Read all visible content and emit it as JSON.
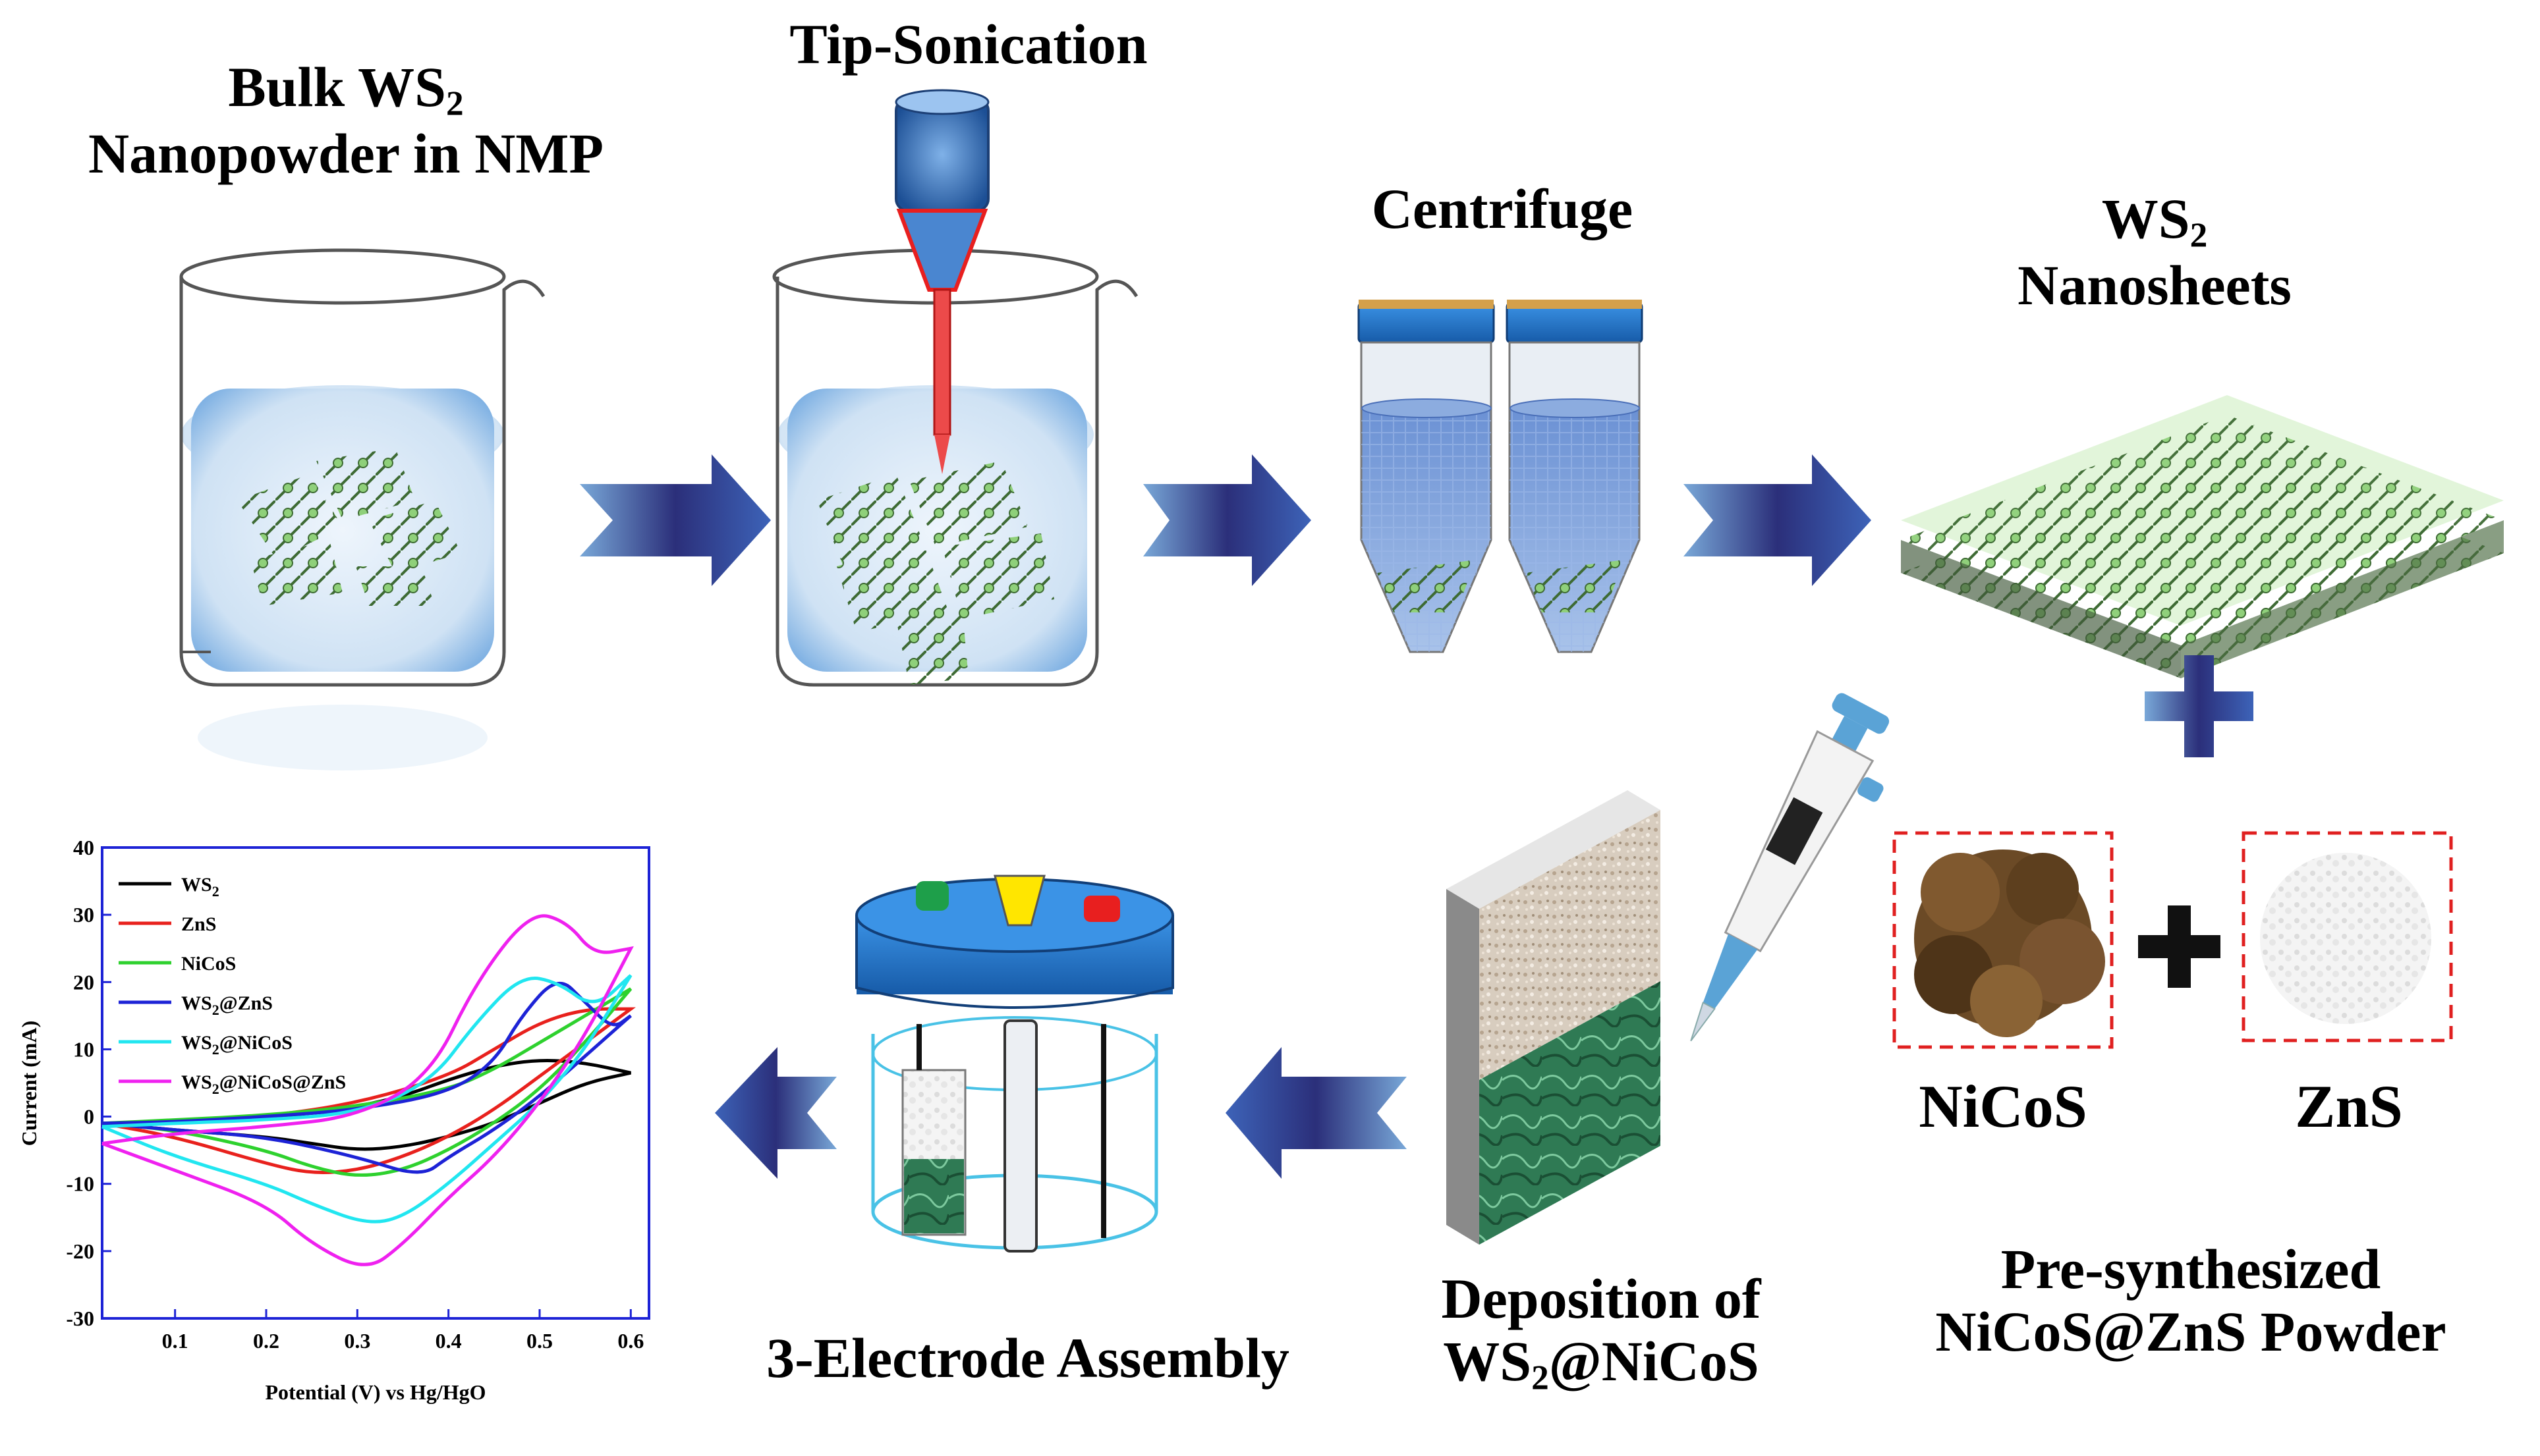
{
  "steps": {
    "bulk": {
      "line1": "Bulk WS",
      "sub1": "2",
      "line2": "Nanopowder in NMP"
    },
    "sonication": {
      "title": "Tip-Sonication"
    },
    "centrifuge": {
      "title": "Centrifuge"
    },
    "nanosheets": {
      "line1": "WS",
      "sub1": "2",
      "line2": "Nanosheets"
    },
    "nicos": {
      "label": "NiCoS"
    },
    "zns": {
      "label": "ZnS"
    },
    "presynth": {
      "line1": "Pre-synthesized",
      "line2": "NiCoS@ZnS Powder"
    },
    "deposition": {
      "line1": "Deposition of",
      "line2_a": "WS",
      "line2_sub": "2",
      "line2_b": "@NiCoS"
    },
    "electrode": {
      "title": "3-Electrode Assembly"
    }
  },
  "colors": {
    "arrow_dark": "#2b2f7a",
    "arrow_mid": "#3d63b8",
    "arrow_light": "#79a8d8",
    "nanosheet_green": "#8fd07a",
    "liquid_blue": "#bcd6ef",
    "cap_blue": "#1e6fc4",
    "nicos_brown": "#6b4a26",
    "deposit_green": "#2f7a54"
  },
  "chart_data": {
    "type": "line",
    "xlabel": "Potential (V) vs Hg/HgO",
    "ylabel": "Current (mA)",
    "xlim": [
      0.02,
      0.62
    ],
    "ylim": [
      -30,
      40
    ],
    "xticks": [
      0.1,
      0.2,
      0.3,
      0.4,
      0.5,
      0.6
    ],
    "yticks": [
      -30,
      -20,
      -10,
      0,
      10,
      20,
      30,
      40
    ],
    "legend_position": "top-left",
    "grid": false,
    "series": [
      {
        "name": "WS2",
        "label_main": "WS",
        "label_sub": "2",
        "label_tail": "",
        "color": "#000000",
        "x": [
          0.02,
          0.1,
          0.2,
          0.25,
          0.3,
          0.35,
          0.4,
          0.45,
          0.5,
          0.55,
          0.6,
          0.6,
          0.55,
          0.5,
          0.45,
          0.4,
          0.35,
          0.3,
          0.25,
          0.2,
          0.1,
          0.02
        ],
        "y": [
          -1,
          -0.8,
          -0.2,
          0.5,
          1.5,
          3,
          5.5,
          7.5,
          8.5,
          8,
          6.5,
          6.5,
          5,
          2,
          -1,
          -3,
          -4.5,
          -5,
          -4,
          -3,
          -2,
          -1
        ]
      },
      {
        "name": "ZnS",
        "label_main": "ZnS",
        "label_sub": "",
        "label_tail": "",
        "color": "#e8211d",
        "x": [
          0.02,
          0.1,
          0.2,
          0.3,
          0.4,
          0.45,
          0.5,
          0.55,
          0.6,
          0.6,
          0.55,
          0.5,
          0.45,
          0.4,
          0.35,
          0.3,
          0.25,
          0.2,
          0.1,
          0.02
        ],
        "y": [
          -1,
          -0.8,
          0,
          2,
          6,
          10,
          14,
          16,
          16,
          16,
          11,
          6,
          1,
          -3,
          -6,
          -8,
          -8.5,
          -7,
          -3,
          -1
        ]
      },
      {
        "name": "NiCoS",
        "label_main": "NiCoS",
        "label_sub": "",
        "label_tail": "",
        "color": "#2ed12e",
        "x": [
          0.02,
          0.1,
          0.2,
          0.3,
          0.4,
          0.45,
          0.5,
          0.55,
          0.6,
          0.6,
          0.55,
          0.5,
          0.45,
          0.4,
          0.35,
          0.3,
          0.25,
          0.2,
          0.1,
          0.02
        ],
        "y": [
          -1,
          -0.5,
          0.2,
          1.5,
          4,
          7,
          11,
          15,
          19,
          19,
          11,
          4,
          -1,
          -5,
          -8,
          -9,
          -7.5,
          -5,
          -2,
          -1
        ]
      },
      {
        "name": "WS2@ZnS",
        "label_main": "WS",
        "label_sub": "2",
        "label_tail": "@ZnS",
        "color": "#1d23d6",
        "x": [
          0.02,
          0.1,
          0.2,
          0.3,
          0.4,
          0.45,
          0.48,
          0.52,
          0.55,
          0.58,
          0.6,
          0.6,
          0.55,
          0.5,
          0.45,
          0.4,
          0.37,
          0.3,
          0.2,
          0.1,
          0.02
        ],
        "y": [
          -1,
          -0.8,
          0,
          1,
          3.5,
          8,
          15,
          21,
          17,
          13,
          15,
          15,
          9,
          3,
          -2,
          -6,
          -9,
          -6,
          -3,
          -2,
          -1
        ]
      },
      {
        "name": "WS2@NiCoS",
        "label_main": "WS",
        "label_sub": "2",
        "label_tail": "@NiCoS",
        "color": "#21e6f0",
        "x": [
          0.02,
          0.1,
          0.2,
          0.3,
          0.38,
          0.43,
          0.48,
          0.52,
          0.56,
          0.6,
          0.6,
          0.55,
          0.5,
          0.45,
          0.4,
          0.35,
          0.31,
          0.25,
          0.2,
          0.1,
          0.02
        ],
        "y": [
          -1.5,
          -1,
          -0.5,
          0.5,
          5,
          14,
          21,
          20,
          16,
          21,
          21,
          10,
          2,
          -4,
          -10,
          -15,
          -16,
          -13,
          -10,
          -6,
          -1.5
        ]
      },
      {
        "name": "WS2@NiCoS@ZnS",
        "label_main": "WS",
        "label_sub": "2",
        "label_tail": "@NiCoS@ZnS",
        "color": "#ef21ef",
        "x": [
          0.02,
          0.1,
          0.2,
          0.3,
          0.38,
          0.43,
          0.49,
          0.53,
          0.56,
          0.6,
          0.6,
          0.55,
          0.5,
          0.45,
          0.4,
          0.35,
          0.31,
          0.25,
          0.2,
          0.1,
          0.02
        ],
        "y": [
          -4,
          -2.5,
          -1.5,
          0,
          6,
          20,
          30.5,
          29,
          24,
          25,
          25,
          12,
          2,
          -6,
          -12,
          -19,
          -23,
          -19,
          -13,
          -8,
          -4
        ]
      }
    ]
  }
}
